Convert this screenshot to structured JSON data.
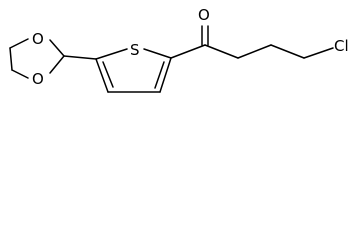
{
  "molecule": {
    "atoms": {
      "oxygen_carbonyl": "O",
      "chlorine": "Cl",
      "sulfur": "S",
      "oxygen_dioxolane_top": "O",
      "oxygen_dioxolane_bottom": "O"
    }
  }
}
